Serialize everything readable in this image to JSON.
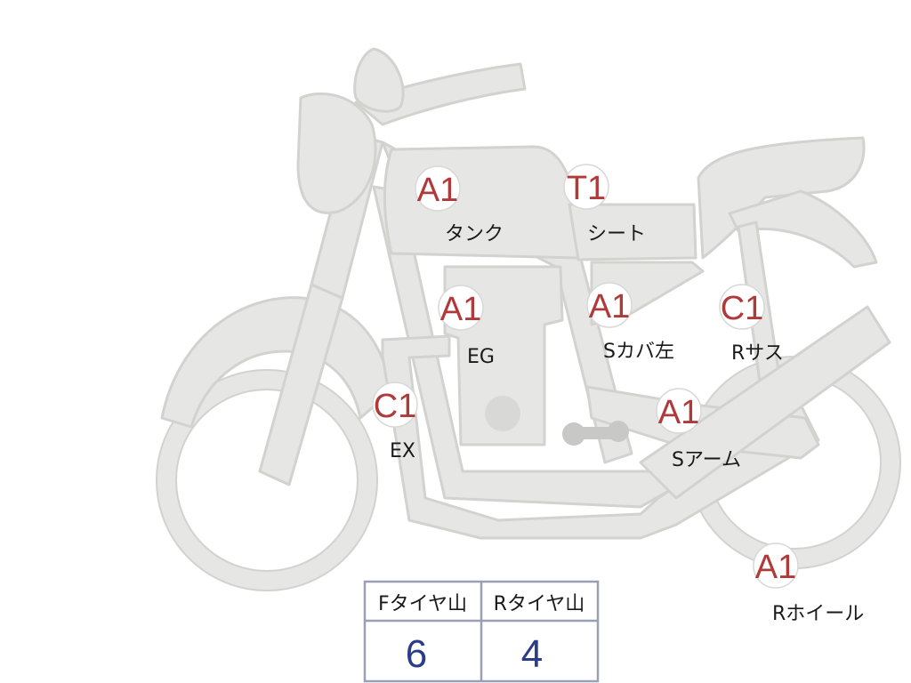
{
  "parts": [
    {
      "key": "tank",
      "grade": "A1",
      "label": "タンク"
    },
    {
      "key": "seat",
      "grade": "T1",
      "label": "シート"
    },
    {
      "key": "engine",
      "grade": "A1",
      "label": "EG"
    },
    {
      "key": "side-cover-left",
      "grade": "A1",
      "label": "Sカバ左"
    },
    {
      "key": "rear-suspension",
      "grade": "C1",
      "label": "Rサス"
    },
    {
      "key": "exhaust",
      "grade": "C1",
      "label": "EX"
    },
    {
      "key": "swing-arm",
      "grade": "A1",
      "label": "Sアーム"
    },
    {
      "key": "rear-wheel",
      "grade": "A1",
      "label": "Rホイール"
    }
  ],
  "tires": {
    "front_label": "Fタイヤ山",
    "rear_label": "Rタイヤ山",
    "front_value": "6",
    "rear_value": "4"
  },
  "colors": {
    "body": "#e6e6e4",
    "outline": "#cfcfcc",
    "grade": "#b03a3a",
    "tire_value": "#2b3d8a",
    "table_border": "#9aa0b4"
  }
}
